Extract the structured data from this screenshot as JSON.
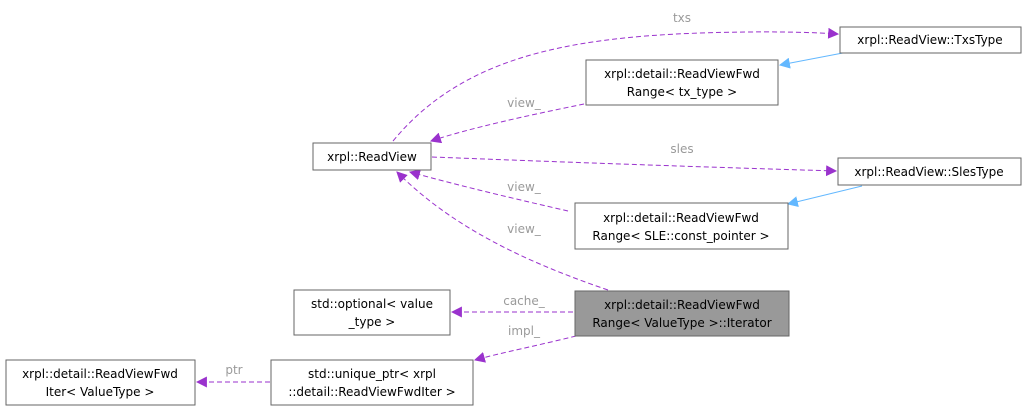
{
  "colors": {
    "usage_edge": "#9a32cd",
    "inherit_edge": "#63b8ff",
    "current_node_fill": "#999999",
    "node_border": "#666666",
    "edge_label": "#9a9a9a"
  },
  "nodes": {
    "txs_type": [
      "xrpl::ReadView::TxsType"
    ],
    "range_tx": [
      "xrpl::detail::ReadViewFwd",
      "Range< tx_type >"
    ],
    "read_view": [
      "xrpl::ReadView"
    ],
    "sles_type": [
      "xrpl::ReadView::SlesType"
    ],
    "range_sle": [
      "xrpl::detail::ReadViewFwd",
      "Range< SLE::const_pointer >"
    ],
    "optional": [
      "std::optional< value",
      "_type >"
    ],
    "iterator": [
      "xrpl::detail::ReadViewFwd",
      "Range< ValueType >::Iterator"
    ],
    "fwd_iter": [
      "xrpl::detail::ReadViewFwd",
      "Iter< ValueType >"
    ],
    "unique_ptr": [
      "std::unique_ptr< xrpl",
      "::detail::ReadViewFwdIter >"
    ]
  },
  "edges": {
    "txs": "txs",
    "view_1": "view_",
    "sles": "sles",
    "view_2": "view_",
    "view_3": "view_",
    "cache": "cache_",
    "impl": "impl_",
    "ptr": "ptr"
  }
}
